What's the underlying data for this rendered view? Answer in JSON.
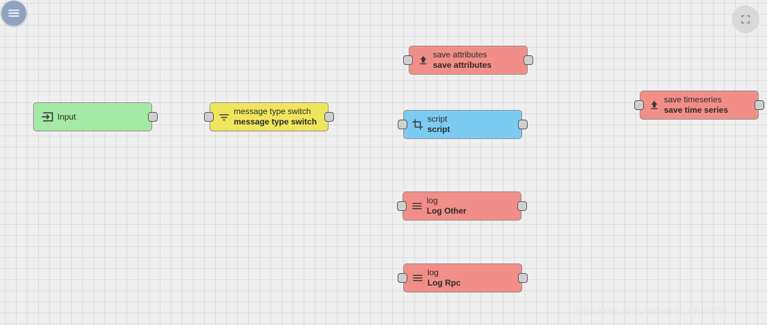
{
  "toolbar": {
    "menu_icon": "hamburger-menu-icon",
    "fullscreen_icon": "fullscreen-icon"
  },
  "colors": {
    "input_node": "#a4e9a4",
    "filter_node": "#f0e65d",
    "action_node": "#f28e88",
    "transformation_node": "#7ccbf2",
    "canvas": "#efefef"
  },
  "nodes": {
    "input": {
      "label": "Input",
      "icon": "input-icon"
    },
    "switch": {
      "type": "message type switch",
      "name": "message type switch",
      "icon": "filter-icon"
    },
    "save_attributes": {
      "type": "save attributes",
      "name": "save attributes",
      "icon": "upload-icon"
    },
    "script": {
      "type": "script",
      "name": "script",
      "icon": "transform-icon"
    },
    "log_other": {
      "type": "log",
      "name": "Log Other",
      "icon": "menu-lines-icon"
    },
    "log_rpc": {
      "type": "log",
      "name": "Log Rpc",
      "icon": "menu-lines-icon"
    },
    "save_timeseries": {
      "type": "save timeseries",
      "name": "save time series",
      "icon": "upload-icon"
    }
  },
  "watermark": "https://blog.csdn.net/weixin_43137722"
}
